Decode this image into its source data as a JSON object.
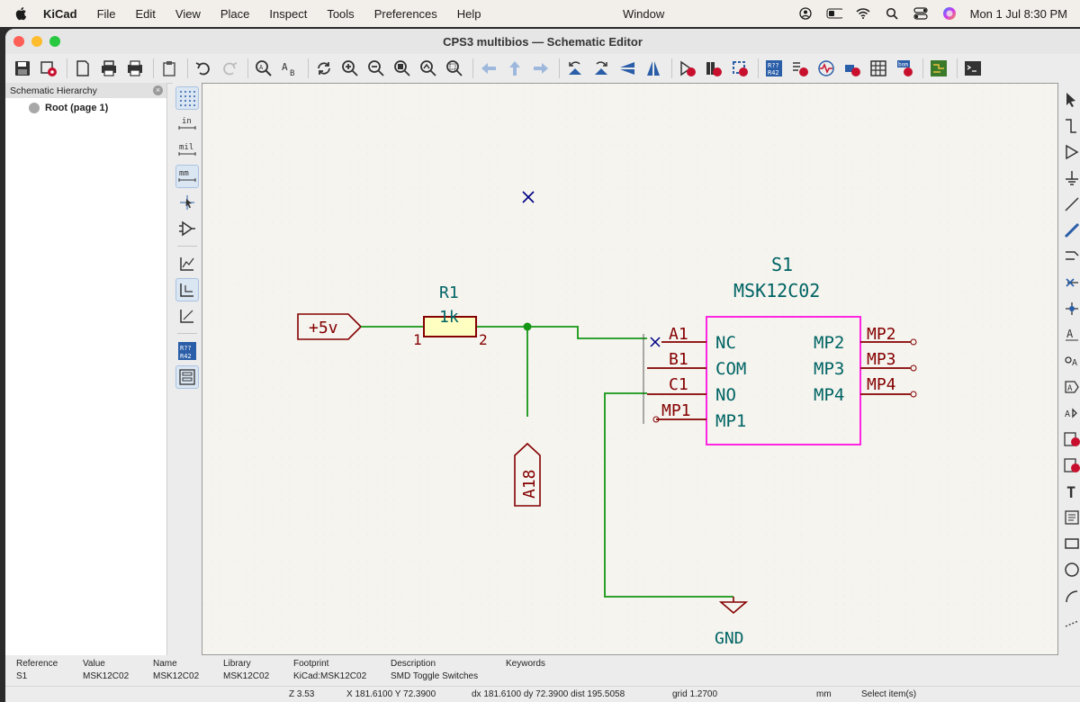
{
  "menubar": {
    "app_name": "KiCad",
    "items": [
      "File",
      "Edit",
      "View",
      "Place",
      "Inspect",
      "Tools",
      "Preferences",
      "Help"
    ],
    "window_label": "Window",
    "clock": "Mon 1 Jul  8:30 PM"
  },
  "window": {
    "title": "CPS3 multibios — Schematic Editor"
  },
  "hierarchy": {
    "header": "Schematic Hierarchy",
    "root_label": "Root (page 1)"
  },
  "left_tools": {
    "unit_in": "in",
    "unit_mil": "mil",
    "unit_mm": "mm",
    "annotate_top": "R??",
    "annotate_bottom": "R42"
  },
  "toolbar": {
    "annotate_top": "R??",
    "annotate_bottom": "R42",
    "bom_label": "bom"
  },
  "schematic": {
    "power_label": "+5v",
    "r1_ref": "R1",
    "r1_value": "1k",
    "r1_pin1": "1",
    "r1_pin2": "2",
    "hier_label": "A18",
    "s1_ref": "S1",
    "s1_value": "MSK12C02",
    "pins_left": [
      {
        "num": "A1",
        "name": "NC"
      },
      {
        "num": "B1",
        "name": "COM"
      },
      {
        "num": "C1",
        "name": "NO"
      },
      {
        "num": "MP1",
        "name": "MP1"
      }
    ],
    "pins_right": [
      {
        "num": "MP2",
        "name": "MP2"
      },
      {
        "num": "MP3",
        "name": "MP3"
      },
      {
        "num": "MP4",
        "name": "MP4"
      }
    ],
    "gnd_label": "GND",
    "colors": {
      "wire": "#159615",
      "component": "#840000",
      "text": "#006464",
      "body": "#ff26e2",
      "fill": "#ffffc2",
      "noconnect": "#000084"
    }
  },
  "info_panel": {
    "reference": {
      "key": "Reference",
      "value": "S1"
    },
    "value": {
      "key": "Value",
      "value": "MSK12C02"
    },
    "name": {
      "key": "Name",
      "value": "MSK12C02"
    },
    "library": {
      "key": "Library",
      "value": "MSK12C02"
    },
    "footprint": {
      "key": "Footprint",
      "value": "KiCad:MSK12C02"
    },
    "description": {
      "key": "Description",
      "value": "SMD Toggle Switches"
    },
    "keywords": {
      "key": "Keywords",
      "value": ""
    }
  },
  "status": {
    "zoom": "Z 3.53",
    "coords": "X 181.6100  Y 72.3900",
    "delta": "dx 181.6100  dy 72.3900  dist 195.5058",
    "grid": "grid 1.2700",
    "units": "mm",
    "mode": "Select item(s)"
  }
}
